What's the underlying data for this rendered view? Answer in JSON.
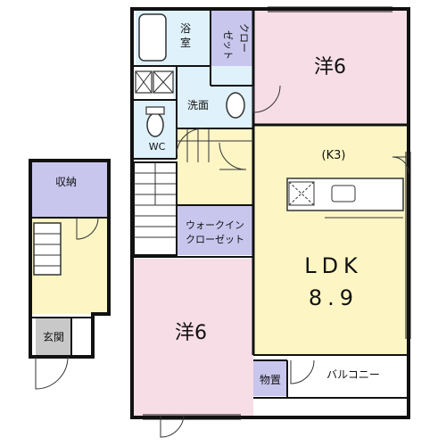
{
  "rooms": {
    "bath": "浴室",
    "closet": "クローゼット",
    "western_room_top": "洋6",
    "washroom": "洗面",
    "wc": "WC",
    "kitchen": "(K3)",
    "walk_in_closet": "ウォークインクローゼット",
    "ldk_name": "LDK",
    "ldk_size": "8.9",
    "western_room_bottom": "洋6",
    "storage_room": "物置",
    "balcony": "バルコニー",
    "storage": "収納",
    "entrance": "玄関"
  },
  "colors": {
    "wet_area": "#dff1fb",
    "closet": "#c9c6ee",
    "western_room": "#f7dde6",
    "ldk": "#fdf6c4",
    "entrance": "#c8c8c8",
    "wall": "#111111"
  }
}
